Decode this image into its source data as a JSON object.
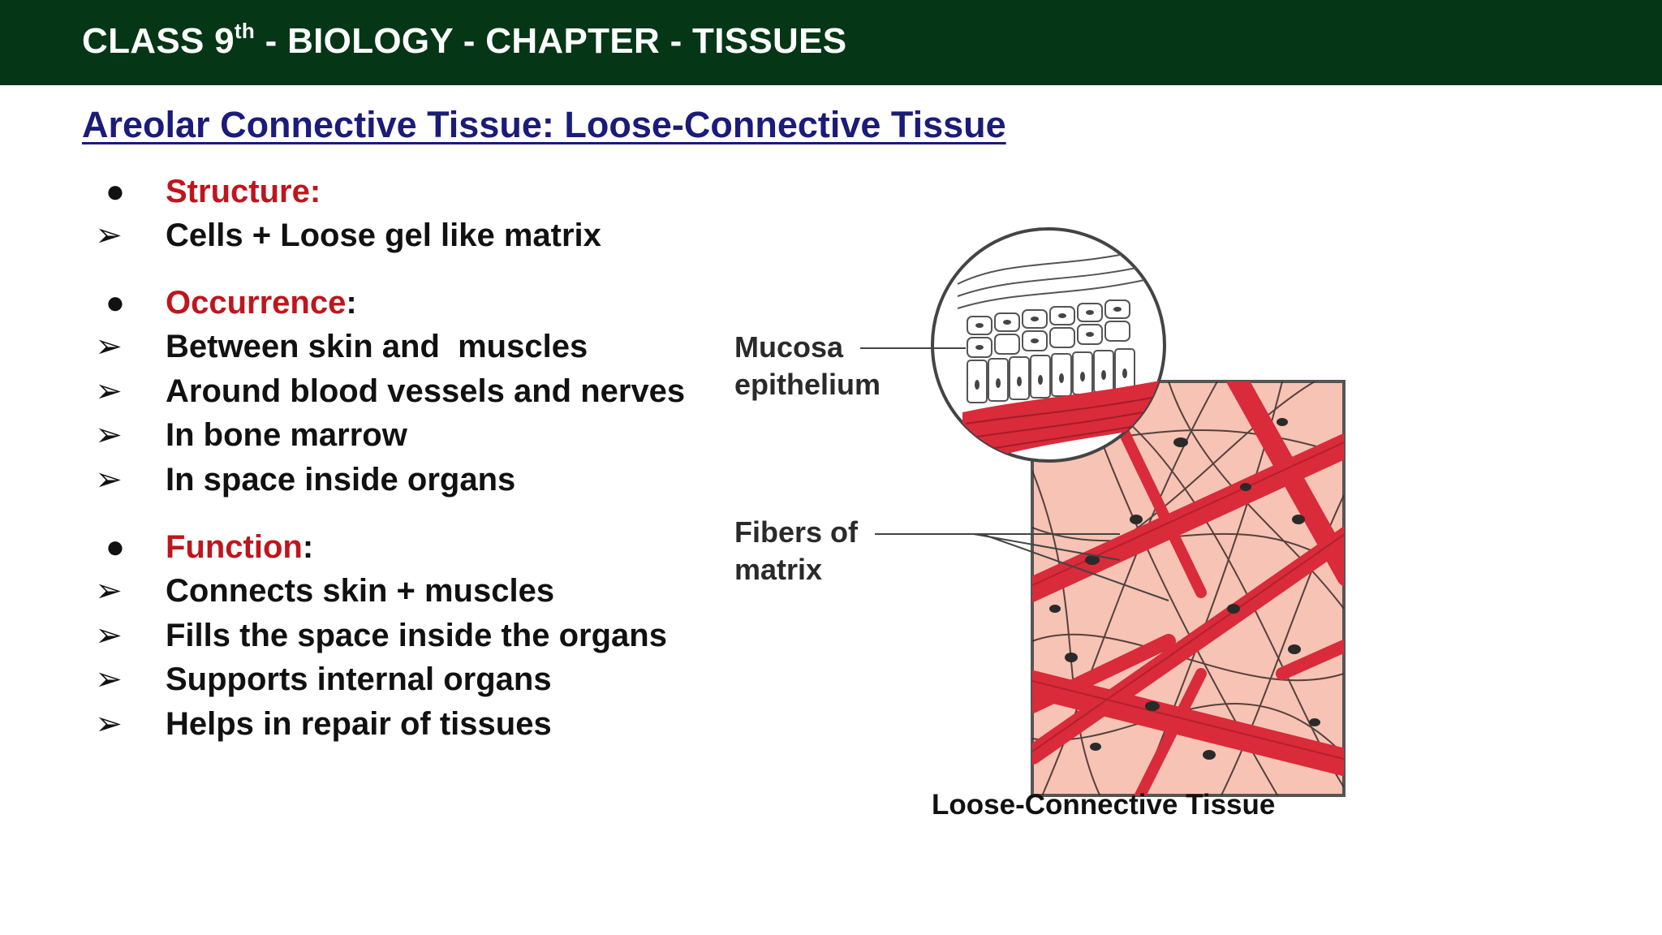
{
  "header": {
    "title_prefix": "CLASS 9",
    "title_sup": "th",
    "title_suffix": " - BIOLOGY - CHAPTER - TISSUES",
    "background": "#053616"
  },
  "slide_title": "Areolar Connective Tissue: Loose-Connective Tissue",
  "sections": [
    {
      "heading": "Structure:",
      "heading_suffix": "",
      "items": [
        "Cells + Loose gel like matrix"
      ]
    },
    {
      "heading": "Occurrence",
      "heading_suffix": ":",
      "items": [
        "Between skin and  muscles",
        "Around blood vessels and nerves",
        "In bone marrow",
        "In space inside organs"
      ]
    },
    {
      "heading": "Function",
      "heading_suffix": ":",
      "items": [
        "Connects skin + muscles",
        "Fills the space inside the organs",
        "Supports internal organs",
        "Helps in repair of tissues"
      ]
    }
  ],
  "markers": {
    "bullet": "●",
    "arrow": "➢"
  },
  "diagram": {
    "label_mucosa_1": "Mucosa",
    "label_mucosa_2": "epithelium",
    "label_fibers_1": "Fibers of",
    "label_fibers_2": "matrix",
    "caption": "Loose-Connective Tissue"
  },
  "colors": {
    "heading_red": "#c0151c",
    "title_blue": "#1b1b7a",
    "fiber_red": "#d92b3a",
    "tissue_bg": "#f6c3b4"
  }
}
